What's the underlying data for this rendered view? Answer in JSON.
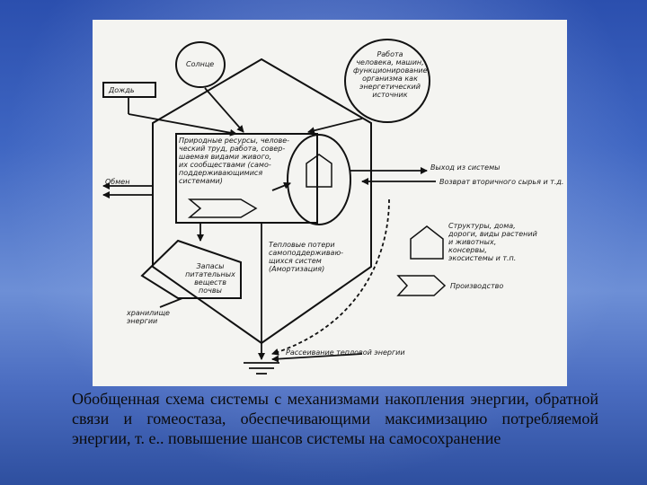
{
  "diagram": {
    "labels": {
      "sun": "Солнце",
      "rain": "Дождь",
      "human_work": "Работа\nчеловека, машин,\nфункционирование\nорганизма как\nэнергетический\nисточник",
      "natural_resources": "Природные ресурсы, челове-\nческий труд, работа, совер-\nшаемая видами живого,\nих сообществами (само-\nподдерживающимися\nсистемами)",
      "exchange": "Обмен",
      "system_exit": "Выход из системы",
      "secondary_raw": "Возврат вторичного сырья и т.д.",
      "structures": "Структуры, дома,\nдороги, виды растений\nи животных,\nконсервы,\nэкосистемы и т.п.",
      "production": "Производство",
      "heat_losses": "Тепловые потери\nсамоподдерживаю-\nщихся систем\n(Амортизация)",
      "soil_nutrients": "Запасы\nпитательных\nвеществ\nпочвы",
      "energy_storage": "хранилище\nэнергии",
      "heat_dissipation": "Рассеивание тепловой энергии"
    }
  },
  "caption": "Обобщенная схема системы с механизмами накопления энергии, обратной связи и гомеостаза, обеспечивающими максимизацию потребляемой энергии, т. е.. повышение шансов системы на самосохранение"
}
